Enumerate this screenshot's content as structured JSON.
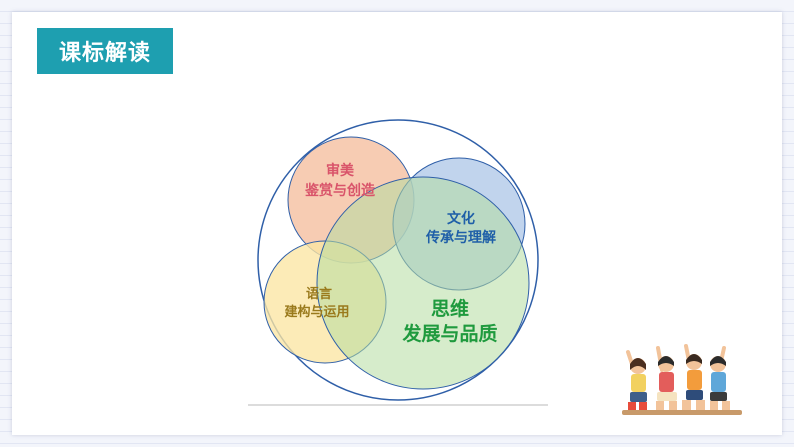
{
  "slide": {
    "title": "课标解读"
  },
  "diagram": {
    "circles": [
      {
        "lines": [
          "审美",
          "鉴赏与创造"
        ],
        "color": "#f4b996",
        "text_color": "#d9546a"
      },
      {
        "lines": [
          "文化",
          "传承与理解"
        ],
        "color": "#a9c3e6",
        "text_color": "#1f5fa8"
      },
      {
        "lines": [
          "语言",
          "建构与运用"
        ],
        "color": "#fbe6a3",
        "text_color": "#9a7a1c"
      },
      {
        "lines": [
          "思维",
          "发展与品质"
        ],
        "color": "#b5dca1",
        "text_color": "#1f9a3e"
      }
    ],
    "outline_color": "#2f5fa8"
  },
  "illustration": {
    "icon": "students-cheering-icon"
  }
}
